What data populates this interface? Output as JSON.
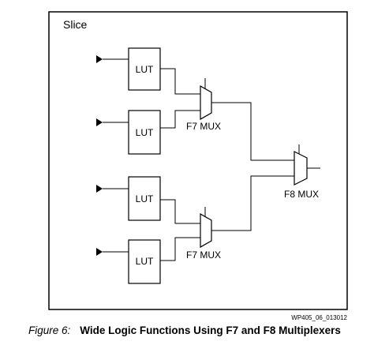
{
  "slice_label": "Slice",
  "lut_label": "LUT",
  "f7_mux_label": "F7 MUX",
  "f8_mux_label": "F8 MUX",
  "doc_code": "WP405_06_013012",
  "caption": {
    "figure": "Figure 6:",
    "title": "Wide Logic Functions Using F7 and F8 Multiplexers"
  }
}
